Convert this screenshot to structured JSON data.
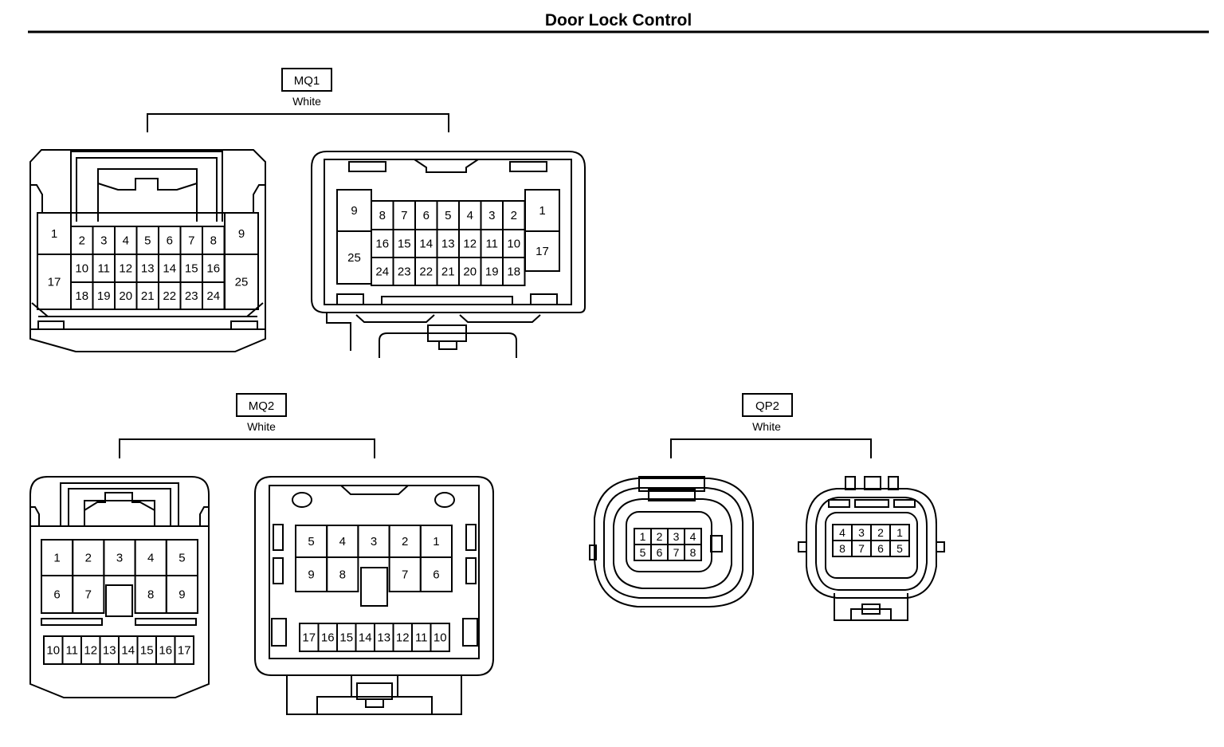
{
  "title": "Door Lock Control",
  "connectors": [
    {
      "id": "MQ1",
      "color": "White",
      "views": [
        {
          "pins": [
            [
              "1",
              "2",
              "3",
              "4",
              "5",
              "6",
              "7",
              "8",
              "9"
            ],
            [
              "17",
              "10",
              "11",
              "12",
              "13",
              "14",
              "15",
              "16",
              "25"
            ],
            [
              "18",
              "19",
              "20",
              "21",
              "22",
              "23",
              "24"
            ]
          ]
        },
        {
          "pins": [
            [
              "9",
              "8",
              "7",
              "6",
              "5",
              "4",
              "3",
              "2",
              "1"
            ],
            [
              "25",
              "16",
              "15",
              "14",
              "13",
              "12",
              "11",
              "10",
              "17"
            ],
            [
              "24",
              "23",
              "22",
              "21",
              "20",
              "19",
              "18"
            ]
          ]
        }
      ]
    },
    {
      "id": "MQ2",
      "color": "White",
      "views": [
        {
          "pins": [
            [
              "1",
              "2",
              "3",
              "4",
              "5"
            ],
            [
              "6",
              "7",
              "8",
              "9"
            ],
            [
              "10",
              "11",
              "12",
              "13",
              "14",
              "15",
              "16",
              "17"
            ]
          ]
        },
        {
          "pins": [
            [
              "5",
              "4",
              "3",
              "2",
              "1"
            ],
            [
              "9",
              "8",
              "7",
              "6"
            ],
            [
              "17",
              "16",
              "15",
              "14",
              "13",
              "12",
              "11",
              "10"
            ]
          ]
        }
      ]
    },
    {
      "id": "QP2",
      "color": "White",
      "views": [
        {
          "pins": [
            [
              "1",
              "2",
              "3",
              "4"
            ],
            [
              "5",
              "6",
              "7",
              "8"
            ]
          ]
        },
        {
          "pins": [
            [
              "4",
              "3",
              "2",
              "1"
            ],
            [
              "8",
              "7",
              "6",
              "5"
            ]
          ]
        }
      ]
    }
  ]
}
